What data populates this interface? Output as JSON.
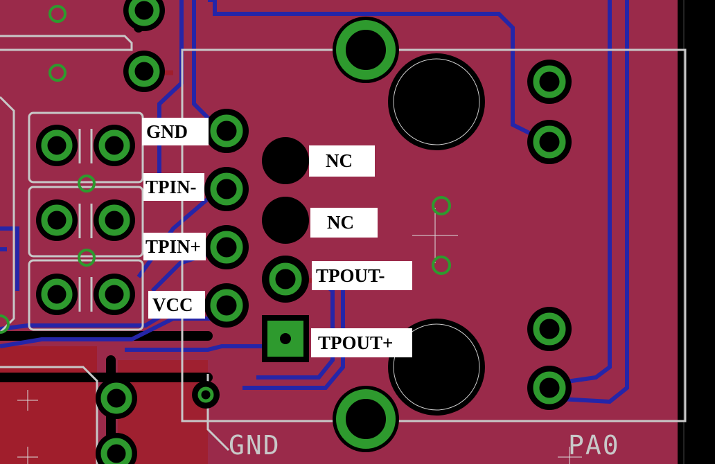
{
  "board": {
    "colors": {
      "copper_top": "#9a2a4a",
      "copper_bottom": "#2525a8",
      "trace_red": "#a01e2c",
      "pad": "#2e9a2e",
      "drill": "#000000",
      "silkscreen": "#c8c8c8",
      "background": "#000000",
      "label_bg": "#ffffff"
    },
    "pin_labels": {
      "gnd": "GND",
      "tpin_minus": "TPIN-",
      "tpin_plus": "TPIN+",
      "vcc": "VCC",
      "nc_1": "NC",
      "nc_2": "NC",
      "tpout_minus": "TPOUT-",
      "tpout_plus": "TPOUT+"
    },
    "silkscreen_text": {
      "gnd": "GND",
      "pa0": "PA0"
    }
  }
}
